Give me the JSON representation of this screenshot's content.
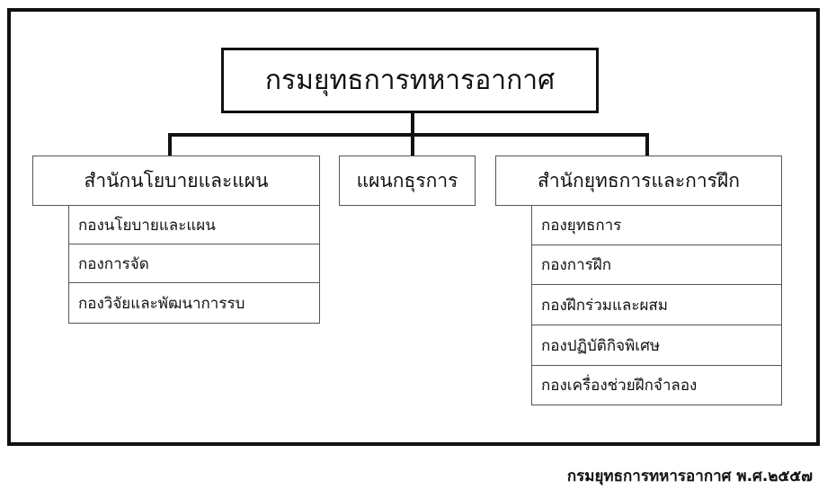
{
  "diagram": {
    "root": "กรมยุทธการทหารอากาศ",
    "branches": [
      {
        "label": "สำนักนโยบายและแผน",
        "units": [
          "กองนโยบายและแผน",
          "กองการจัด",
          "กองวิจัยและพัฒนาการรบ"
        ]
      },
      {
        "label": "แผนกธุรการ",
        "units": []
      },
      {
        "label": "สำนักยุทธการและการฝึก",
        "units": [
          "กองยุทธการ",
          "กองการฝึก",
          "กองฝึกร่วมและผสม",
          "กองปฏิบัติกิจพิเศษ",
          "กองเครื่องช่วยฝึกจำลอง"
        ]
      }
    ]
  },
  "footer": "กรมยุทธการทหารอากาศ พ.ศ.๒๕๕๗"
}
